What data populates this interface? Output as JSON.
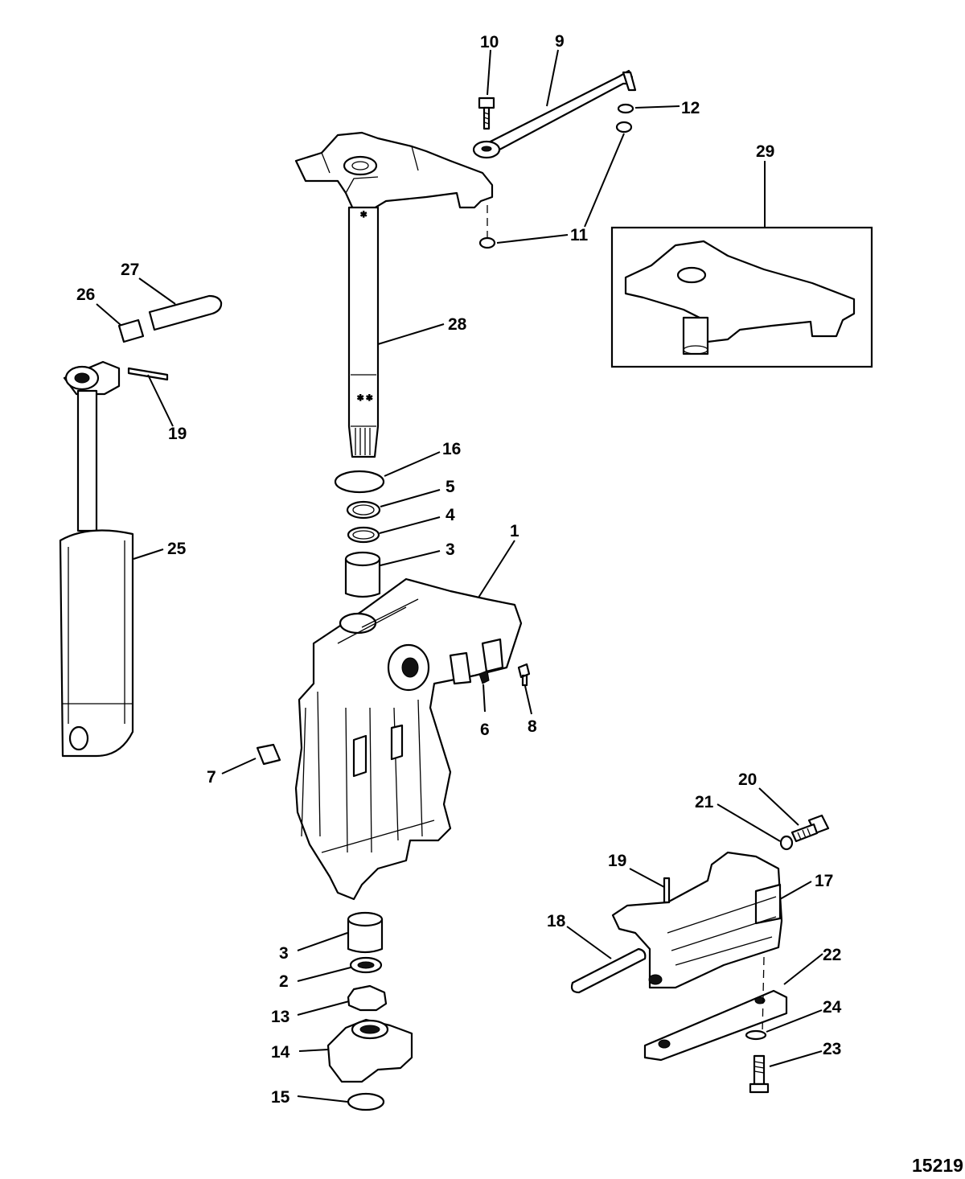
{
  "figure_number": "15219",
  "callouts": {
    "c1": "1",
    "c2": "2",
    "c3a": "3",
    "c3b": "3",
    "c4": "4",
    "c5": "5",
    "c6": "6",
    "c7": "7",
    "c8": "8",
    "c9": "9",
    "c10": "10",
    "c11": "11",
    "c12": "12",
    "c13": "13",
    "c14": "14",
    "c15": "15",
    "c16": "16",
    "c17": "17",
    "c18": "18",
    "c19a": "19",
    "c19b": "19",
    "c20": "20",
    "c21": "21",
    "c22": "22",
    "c23": "23",
    "c24": "24",
    "c25": "25",
    "c26": "26",
    "c27": "27",
    "c28": "28",
    "c29": "29"
  }
}
